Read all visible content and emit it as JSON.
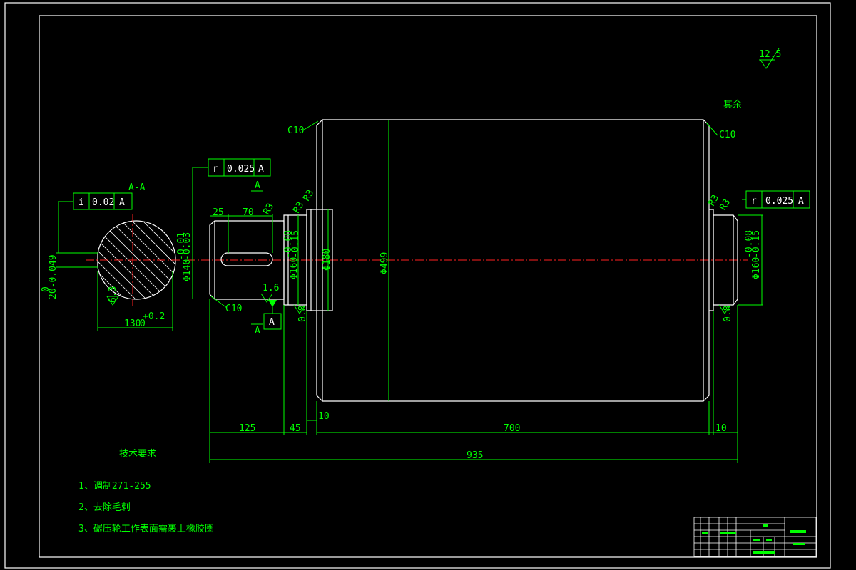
{
  "drawing": {
    "roughness": {
      "value": "12.5",
      "remaining_label": "其余"
    },
    "chamfers": {
      "left_top": "C10",
      "right_top": "C10",
      "shaft_end": "C10"
    },
    "section": {
      "label": "A-A",
      "tolerance_frame": {
        "symbol": "i",
        "value": "0.02",
        "datum": "A"
      },
      "width_dim": "130",
      "width_tol_upper": "+0.2",
      "width_tol_lower": "0",
      "key_dim": "20-0.049",
      "key_tol_upper": "0",
      "surface_mark": "6.3"
    },
    "tolerance_frames": [
      {
        "symbol": "r",
        "value": "0.025",
        "datum": "A"
      },
      {
        "symbol": "r",
        "value": "0.025",
        "datum": "A"
      }
    ],
    "datum_label": "A",
    "section_arrow_label": "A",
    "radius_labels": [
      "R3",
      "R3",
      "R3",
      "R3"
    ],
    "dims": {
      "key_offset": "25",
      "key_length": "70",
      "shaft_dia": "Φ140",
      "shaft_tol_upper": "-0.01",
      "shaft_tol_lower": "-0.03",
      "journal_dia_left": "Φ160",
      "journal_dia_right": "Φ160",
      "journal_tol_upper": "-0.08",
      "journal_tol_lower": "-0.15",
      "shoulder_dia": "Φ180",
      "roller_dia": "Φ499",
      "roughness_small": "1.6",
      "roughness_08_left": "0.8",
      "roughness_08_right": "0.8",
      "len_125": "125",
      "len_45": "45",
      "len_10_left": "10",
      "len_700": "700",
      "len_10_right": "10",
      "len_935": "935"
    },
    "requirements": {
      "title": "技术要求",
      "items": [
        "1、调制271-255",
        "2、去除毛刺",
        "3、碾压轮工作表面需裹上橡胶圈"
      ]
    }
  },
  "colors": {
    "outline": "#ffffff",
    "dimension": "#00ff00",
    "centerline": "#ff2020",
    "background": "#000000"
  }
}
